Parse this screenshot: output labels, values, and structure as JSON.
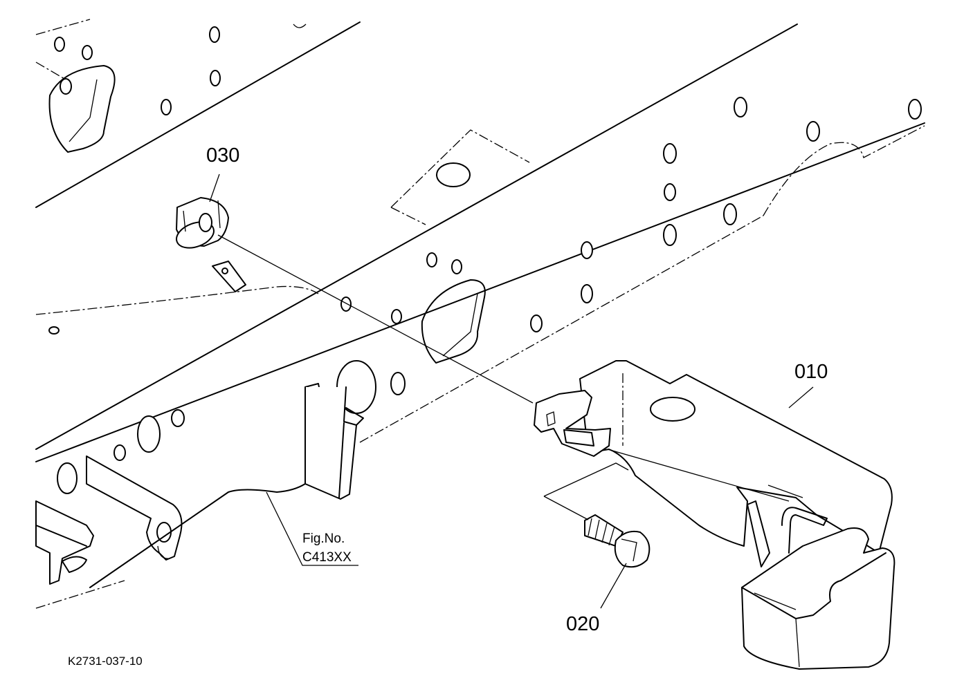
{
  "diagram": {
    "callouts": {
      "part_010": "010",
      "part_020": "020",
      "part_030": "030"
    },
    "figure_reference": {
      "prefix": "Fig.No.",
      "number": "C413XX"
    },
    "drawing_code": "K2731-037-10"
  }
}
